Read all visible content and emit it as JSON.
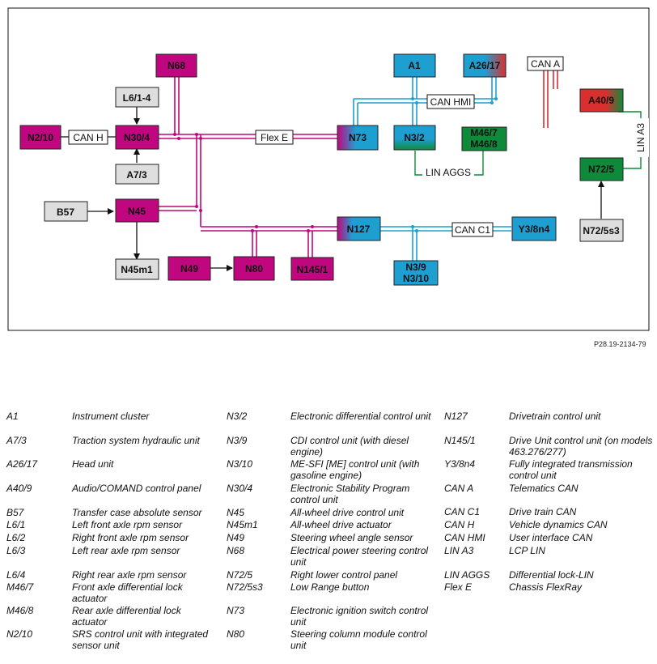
{
  "diagram": {
    "reference": "P28.19-2134-79",
    "nodes": {
      "N68": "N68",
      "L6_1_4": "L6/1-4",
      "N2_10": "N2/10",
      "N30_4": "N30/4",
      "A7_3": "A7/3",
      "B57": "B57",
      "N45": "N45",
      "N45m1": "N45m1",
      "N49": "N49",
      "N80": "N80",
      "N145_1": "N145/1",
      "A1": "A1",
      "A26_17": "A26/17",
      "N73": "N73",
      "N3_2": "N3/2",
      "M46_7": "M46/7",
      "M46_8": "M46/8",
      "A40_9": "A40/9",
      "N72_5": "N72/5",
      "N72_5s3": "N72/5s3",
      "N127": "N127",
      "Y3_8n4": "Y3/8n4",
      "N3_9": "N3/9",
      "N3_10": "N3/10"
    },
    "bus_labels": {
      "can_h": "CAN H",
      "flex_e": "Flex E",
      "can_hmi": "CAN HMI",
      "can_a": "CAN A",
      "lin_aggs": "LIN AGGS",
      "lin_a3": "LIN A3",
      "can_c1": "CAN C1"
    },
    "colors": {
      "magenta": "#c0077f",
      "blue": "#1e9fd2",
      "red": "#d9302f",
      "green": "#0f8a3a",
      "gray": "#dedede"
    }
  },
  "legend": {
    "col1": [
      {
        "code": "A1",
        "desc": "Instrument cluster"
      },
      {
        "code": "A7/3",
        "desc": "Traction system hydraulic unit"
      },
      {
        "code": "A26/17",
        "desc": "Head unit"
      },
      {
        "code": "A40/9",
        "desc": "Audio/COMAND control panel"
      },
      {
        "code": "B57",
        "desc": "Transfer case absolute sensor"
      },
      {
        "code": "L6/1",
        "desc": "Left front axle rpm sensor"
      },
      {
        "code": "L6/2",
        "desc": "Right front axle rpm sensor"
      },
      {
        "code": "L6/3",
        "desc": "Left rear axle rpm sensor"
      },
      {
        "code": "L6/4",
        "desc": "Right rear axle rpm sensor"
      },
      {
        "code": "M46/7",
        "desc": "Front axle differential lock actuator"
      },
      {
        "code": "M46/8",
        "desc": "Rear axle differential lock actuator"
      },
      {
        "code": "N2/10",
        "desc": "SRS control unit with integrated sensor unit"
      }
    ],
    "col2": [
      {
        "code": "N3/2",
        "desc": "Electronic differential control unit"
      },
      {
        "code": "N3/9",
        "desc": "CDI control unit (with diesel engine)"
      },
      {
        "code": "N3/10",
        "desc": "ME-SFI [ME] control unit (with gasoline engine)"
      },
      {
        "code": "N30/4",
        "desc": "Electronic Stability Program control unit"
      },
      {
        "code": "N45",
        "desc": "All-wheel drive control unit"
      },
      {
        "code": "N45m1",
        "desc": "All-wheel drive actuator"
      },
      {
        "code": "N49",
        "desc": "Steering wheel angle sensor"
      },
      {
        "code": "N68",
        "desc": "Electrical power steering control unit"
      },
      {
        "code": "N72/5",
        "desc": "Right lower control panel"
      },
      {
        "code": "N72/5s3",
        "desc": "Low Range button"
      },
      {
        "code": "N73",
        "desc": "Electronic ignition switch control unit"
      },
      {
        "code": "N80",
        "desc": "Steering column module control unit"
      }
    ],
    "col3": [
      {
        "code": "N127",
        "desc": "Drivetrain control unit"
      },
      {
        "code": "N145/1",
        "desc": "Drive Unit control unit (on models 463.276/277)"
      },
      {
        "code": "Y3/8n4",
        "desc": "Fully integrated transmission control unit"
      },
      {
        "code": "CAN A",
        "desc": "Telematics CAN"
      },
      {
        "code": "CAN C1",
        "desc": "Drive train CAN"
      },
      {
        "code": "CAN H",
        "desc": "Vehicle dynamics CAN"
      },
      {
        "code": "CAN HMI",
        "desc": "User interface CAN"
      },
      {
        "code": "LIN A3",
        "desc": "LCP LIN"
      },
      {
        "code": "LIN AGGS",
        "desc": "Differential lock-LIN"
      },
      {
        "code": "Flex E",
        "desc": "Chassis FlexRay"
      }
    ]
  }
}
